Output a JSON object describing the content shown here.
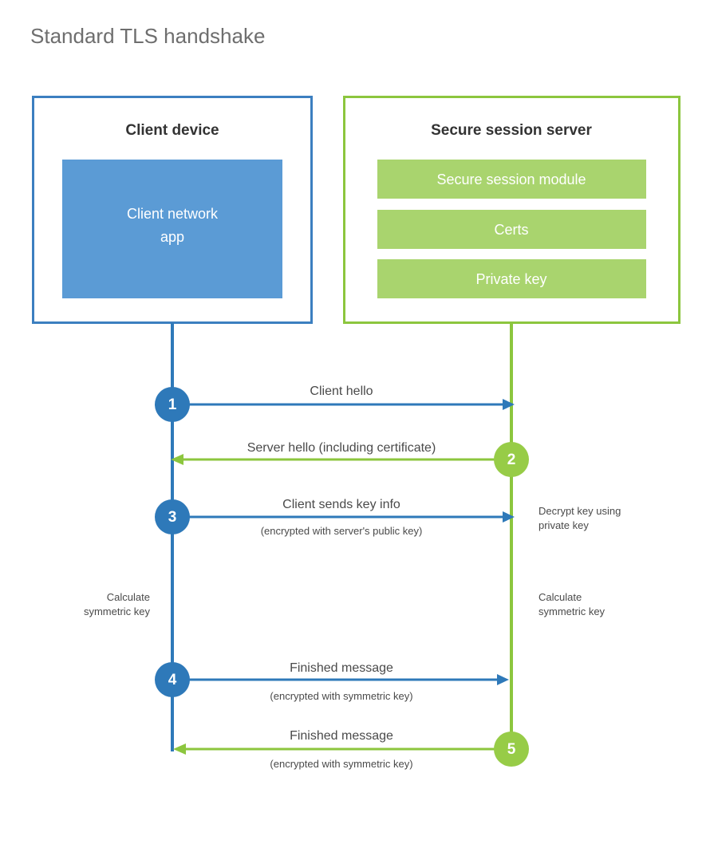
{
  "page": {
    "title": "Standard TLS handshake",
    "background": "#ffffff"
  },
  "colors": {
    "client_border": "#3c7fc0",
    "client_fill": "#5b9bd5",
    "client_line": "#2e79b9",
    "server_border": "#8cc63e",
    "server_fill": "#a9d46e",
    "server_line": "#8cc63e",
    "title_text": "#6e6e6e",
    "body_text": "#4a4a4a",
    "heading_text": "#333333"
  },
  "client_panel": {
    "title": "Client device",
    "app_label_line1": "Client network",
    "app_label_line2": "app"
  },
  "server_panel": {
    "title": "Secure session server",
    "modules": [
      {
        "label": "Secure session module"
      },
      {
        "label": "Certs"
      },
      {
        "label": "Private key"
      }
    ]
  },
  "steps": [
    {
      "number": "1",
      "origin": "client",
      "direction": "right",
      "main": "Client hello",
      "sub": ""
    },
    {
      "number": "2",
      "origin": "server",
      "direction": "left",
      "main": "Server hello (including certificate)",
      "sub": ""
    },
    {
      "number": "3",
      "origin": "client",
      "direction": "right",
      "main": "Client sends key info",
      "sub": "(encrypted with server's public key)"
    },
    {
      "number": "4",
      "origin": "client",
      "direction": "right",
      "main": "Finished message",
      "sub": "(encrypted with symmetric key)"
    },
    {
      "number": "5",
      "origin": "server",
      "direction": "left",
      "main": "Finished message",
      "sub": "(encrypted with symmetric key)"
    }
  ],
  "notes": {
    "server_decrypt_line1": "Decrypt key using",
    "server_decrypt_line2": "private key",
    "client_calc_line1": "Calculate",
    "client_calc_line2": "symmetric key",
    "server_calc_line1": "Calculate",
    "server_calc_line2": "symmetric key"
  }
}
